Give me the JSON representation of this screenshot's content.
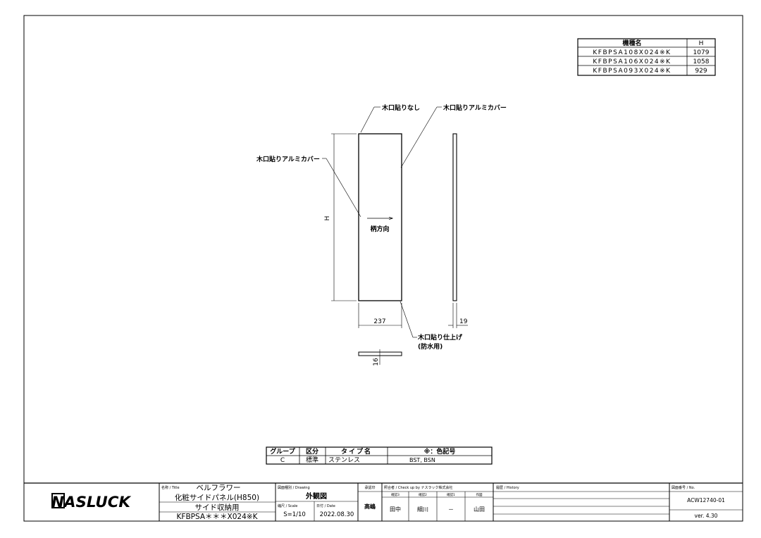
{
  "model_table": {
    "header_name": "機種名",
    "header_h": "H",
    "rows": [
      {
        "name": "KFBPSA108X024※K",
        "h": "1079"
      },
      {
        "name": "KFBPSA106X024※K",
        "h": "1058"
      },
      {
        "name": "KFBPSA093X024※K",
        "h": "929"
      }
    ]
  },
  "drawing": {
    "label_no_edge": "木口貼りなし",
    "label_alu_cover_right": "木口貼りアルミカバー",
    "label_alu_cover_left": "木口貼りアルミカバー",
    "label_grain": "柄方向",
    "dim_h": "H",
    "dim_width": "237",
    "dim_thickness_side": "19",
    "dim_thickness_bottom": "16",
    "label_edge_finish_1": "木口貼り仕上げ",
    "label_edge_finish_2": "(防水用)"
  },
  "spec_table": {
    "headers": [
      "グループ",
      "区分",
      "タイプ名",
      "※：色記号"
    ],
    "values": [
      "C",
      "標準",
      "ステンレス",
      "BST, BSN"
    ]
  },
  "title_block": {
    "logo": "NASLUCK",
    "title_label": "名称 / Title",
    "title_lines": [
      "ベルフラワー",
      "化粧サイドパネル(H850)",
      "サイド収納用",
      "KFBPSA＊＊＊X024※K"
    ],
    "drawing_label": "図面種別 / Drawing",
    "drawing_value": "外観図",
    "scale_label": "縮尺 / Scale",
    "scale_value": "S=1/10",
    "date_label": "日付 / Date",
    "date_value": "2022.08.30",
    "approval_label": "承認印",
    "approval_value": "高嶋",
    "check_label": "照合者 / Check up by ナスラック株式会社",
    "check_headers": [
      "確認3",
      "確認2",
      "確認1",
      "作図"
    ],
    "check_values": [
      "田中",
      "細川",
      "－",
      "山田"
    ],
    "history_label": "履歴 / History",
    "number_label": "図面番号 / No.",
    "number_value": "ACW12740-01",
    "version_value": "ver. 4.30"
  }
}
